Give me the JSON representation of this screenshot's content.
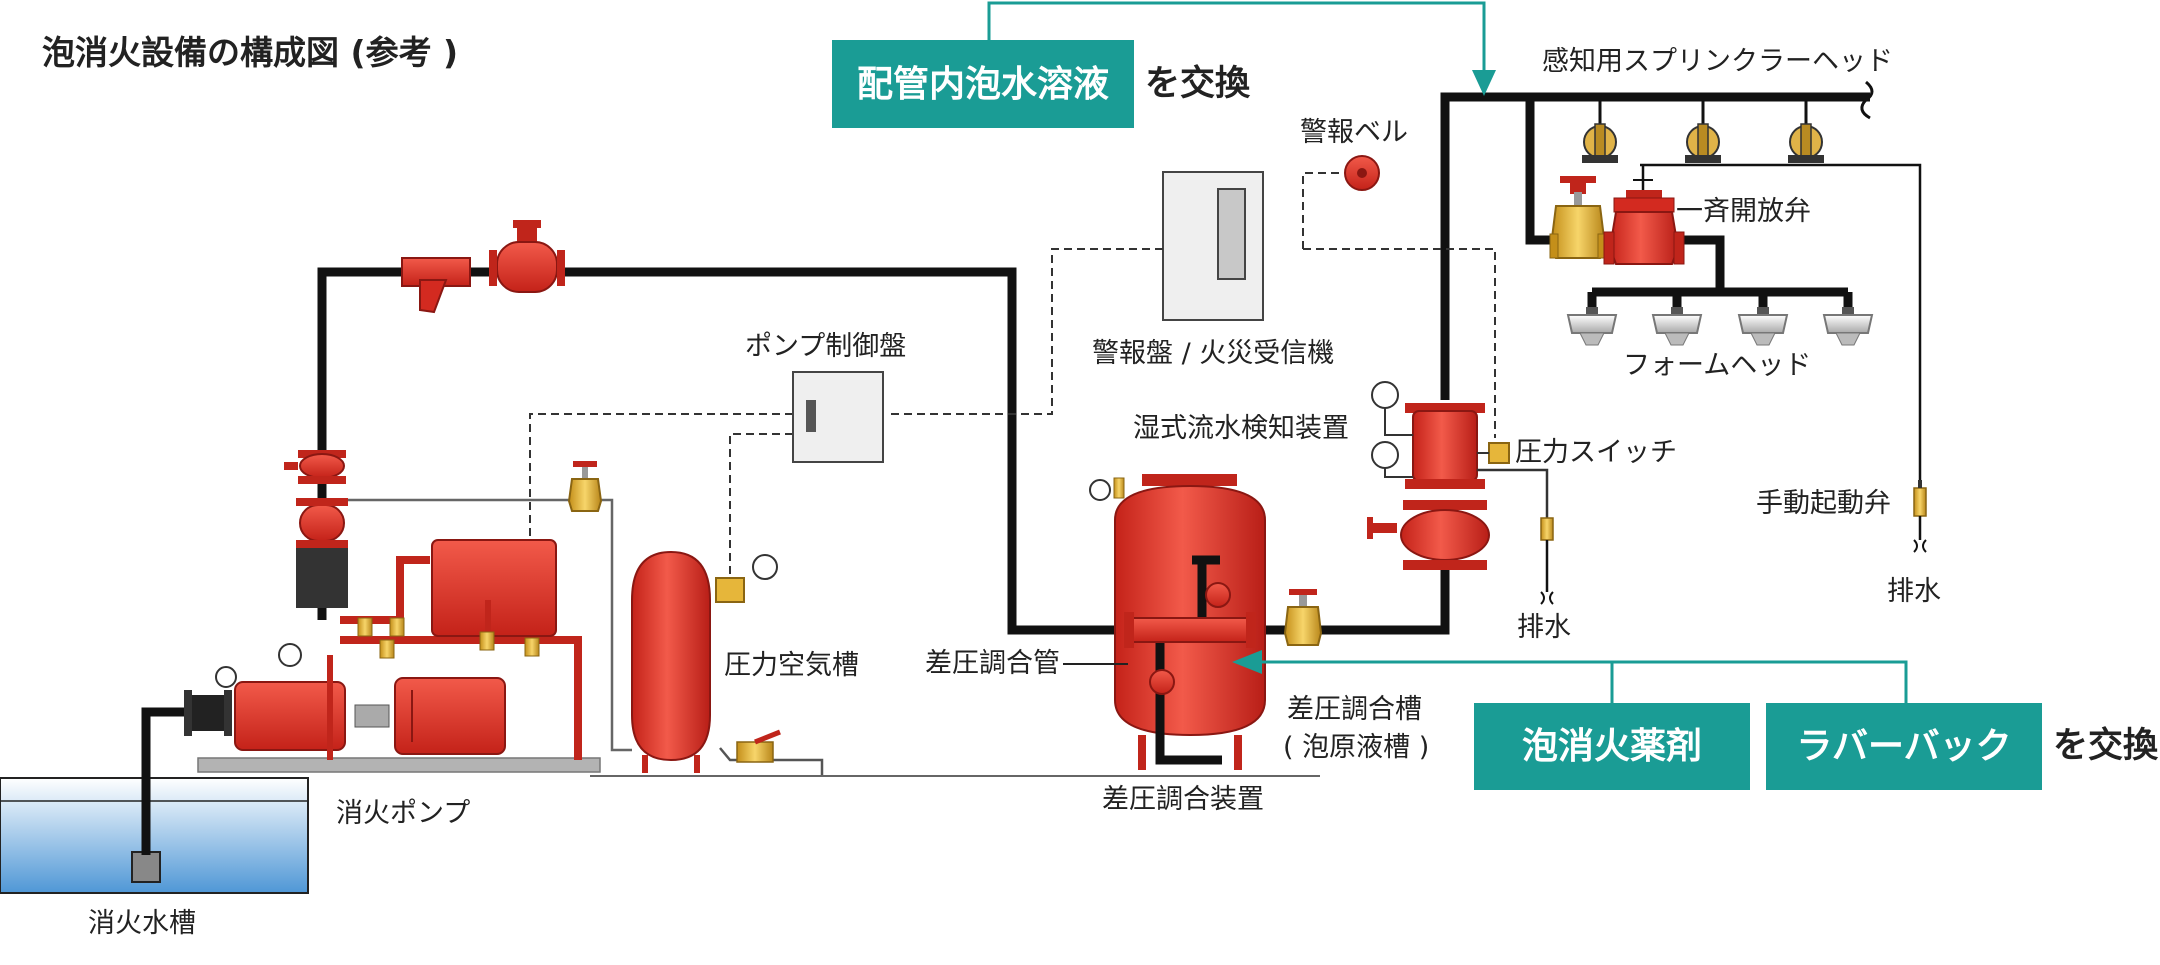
{
  "title": "泡消火設備の構成図 (参考 )",
  "colors": {
    "pipe": "#111111",
    "equipment_red": "#e8382d",
    "equipment_dark_red": "#b81e17",
    "brass": "#e6b63a",
    "teal": "#1a9c95",
    "water": "#5aa3dc"
  },
  "callouts": {
    "pipe_solution": "配管内泡水溶液",
    "foam_agent": "泡消火薬剤",
    "rubber_bag": "ラバーバック",
    "exchange": "を交換"
  },
  "labels": {
    "sprinkler_head": "感知用スプリンクラーヘッド",
    "alarm_bell": "警報ベル",
    "deluge_valve": "一斉開放弁",
    "alarm_panel": "警報盤 / 火災受信機",
    "foam_head": "フォームヘッド",
    "pump_control_panel": "ポンプ制御盤",
    "wet_flow_detector": "湿式流水検知装置",
    "pressure_switch": "圧力スイッチ",
    "manual_valve": "手動起動弁",
    "drain_right": "排水",
    "drain_center": "排水",
    "pressure_tank": "圧力空気槽",
    "diff_pressure_pipe": "差圧調合管",
    "diff_tank_line1": "差圧調合槽",
    "diff_tank_line2": "( 泡原液槽 )",
    "proportioner": "差圧調合装置",
    "fire_pump": "消火ポンプ",
    "water_tank": "消火水槽"
  }
}
